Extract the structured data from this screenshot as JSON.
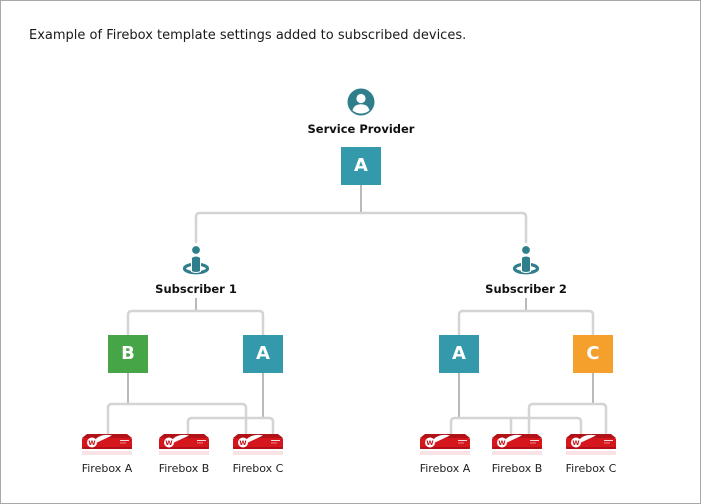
{
  "page": {
    "title": "Example of Firebox template settings added to subscribed devices."
  },
  "colors": {
    "template_a_teal": "#3399ab",
    "template_b_green": "#46a546",
    "template_c_orange": "#f5a02d",
    "person_icon_teal": "#2e7e8c",
    "firebox_red": "#d5161d",
    "connector_light": "#d4d4d4",
    "connector_dark": "#a3a3a3"
  },
  "service_provider": {
    "label": "Service Provider",
    "template": {
      "letter": "A",
      "color": "#3399ab"
    }
  },
  "subscribers": [
    {
      "label": "Subscriber 1",
      "templates": [
        {
          "letter": "B",
          "color": "#46a546"
        },
        {
          "letter": "A",
          "color": "#3399ab"
        }
      ],
      "devices": [
        {
          "label": "Firebox A"
        },
        {
          "label": "Firebox B"
        },
        {
          "label": "Firebox C"
        }
      ],
      "assignments": [
        {
          "template": "B",
          "devices": [
            "Firebox A",
            "Firebox C"
          ]
        },
        {
          "template": "A",
          "devices": [
            "Firebox B",
            "Firebox C"
          ]
        }
      ]
    },
    {
      "label": "Subscriber 2",
      "templates": [
        {
          "letter": "A",
          "color": "#3399ab"
        },
        {
          "letter": "C",
          "color": "#f5a02d"
        }
      ],
      "devices": [
        {
          "label": "Firebox A"
        },
        {
          "label": "Firebox B"
        },
        {
          "label": "Firebox C"
        }
      ],
      "assignments": [
        {
          "template": "A",
          "devices": [
            "Firebox A",
            "Firebox B",
            "Firebox C"
          ]
        },
        {
          "template": "C",
          "devices": [
            "Firebox B",
            "Firebox C"
          ]
        }
      ]
    }
  ]
}
